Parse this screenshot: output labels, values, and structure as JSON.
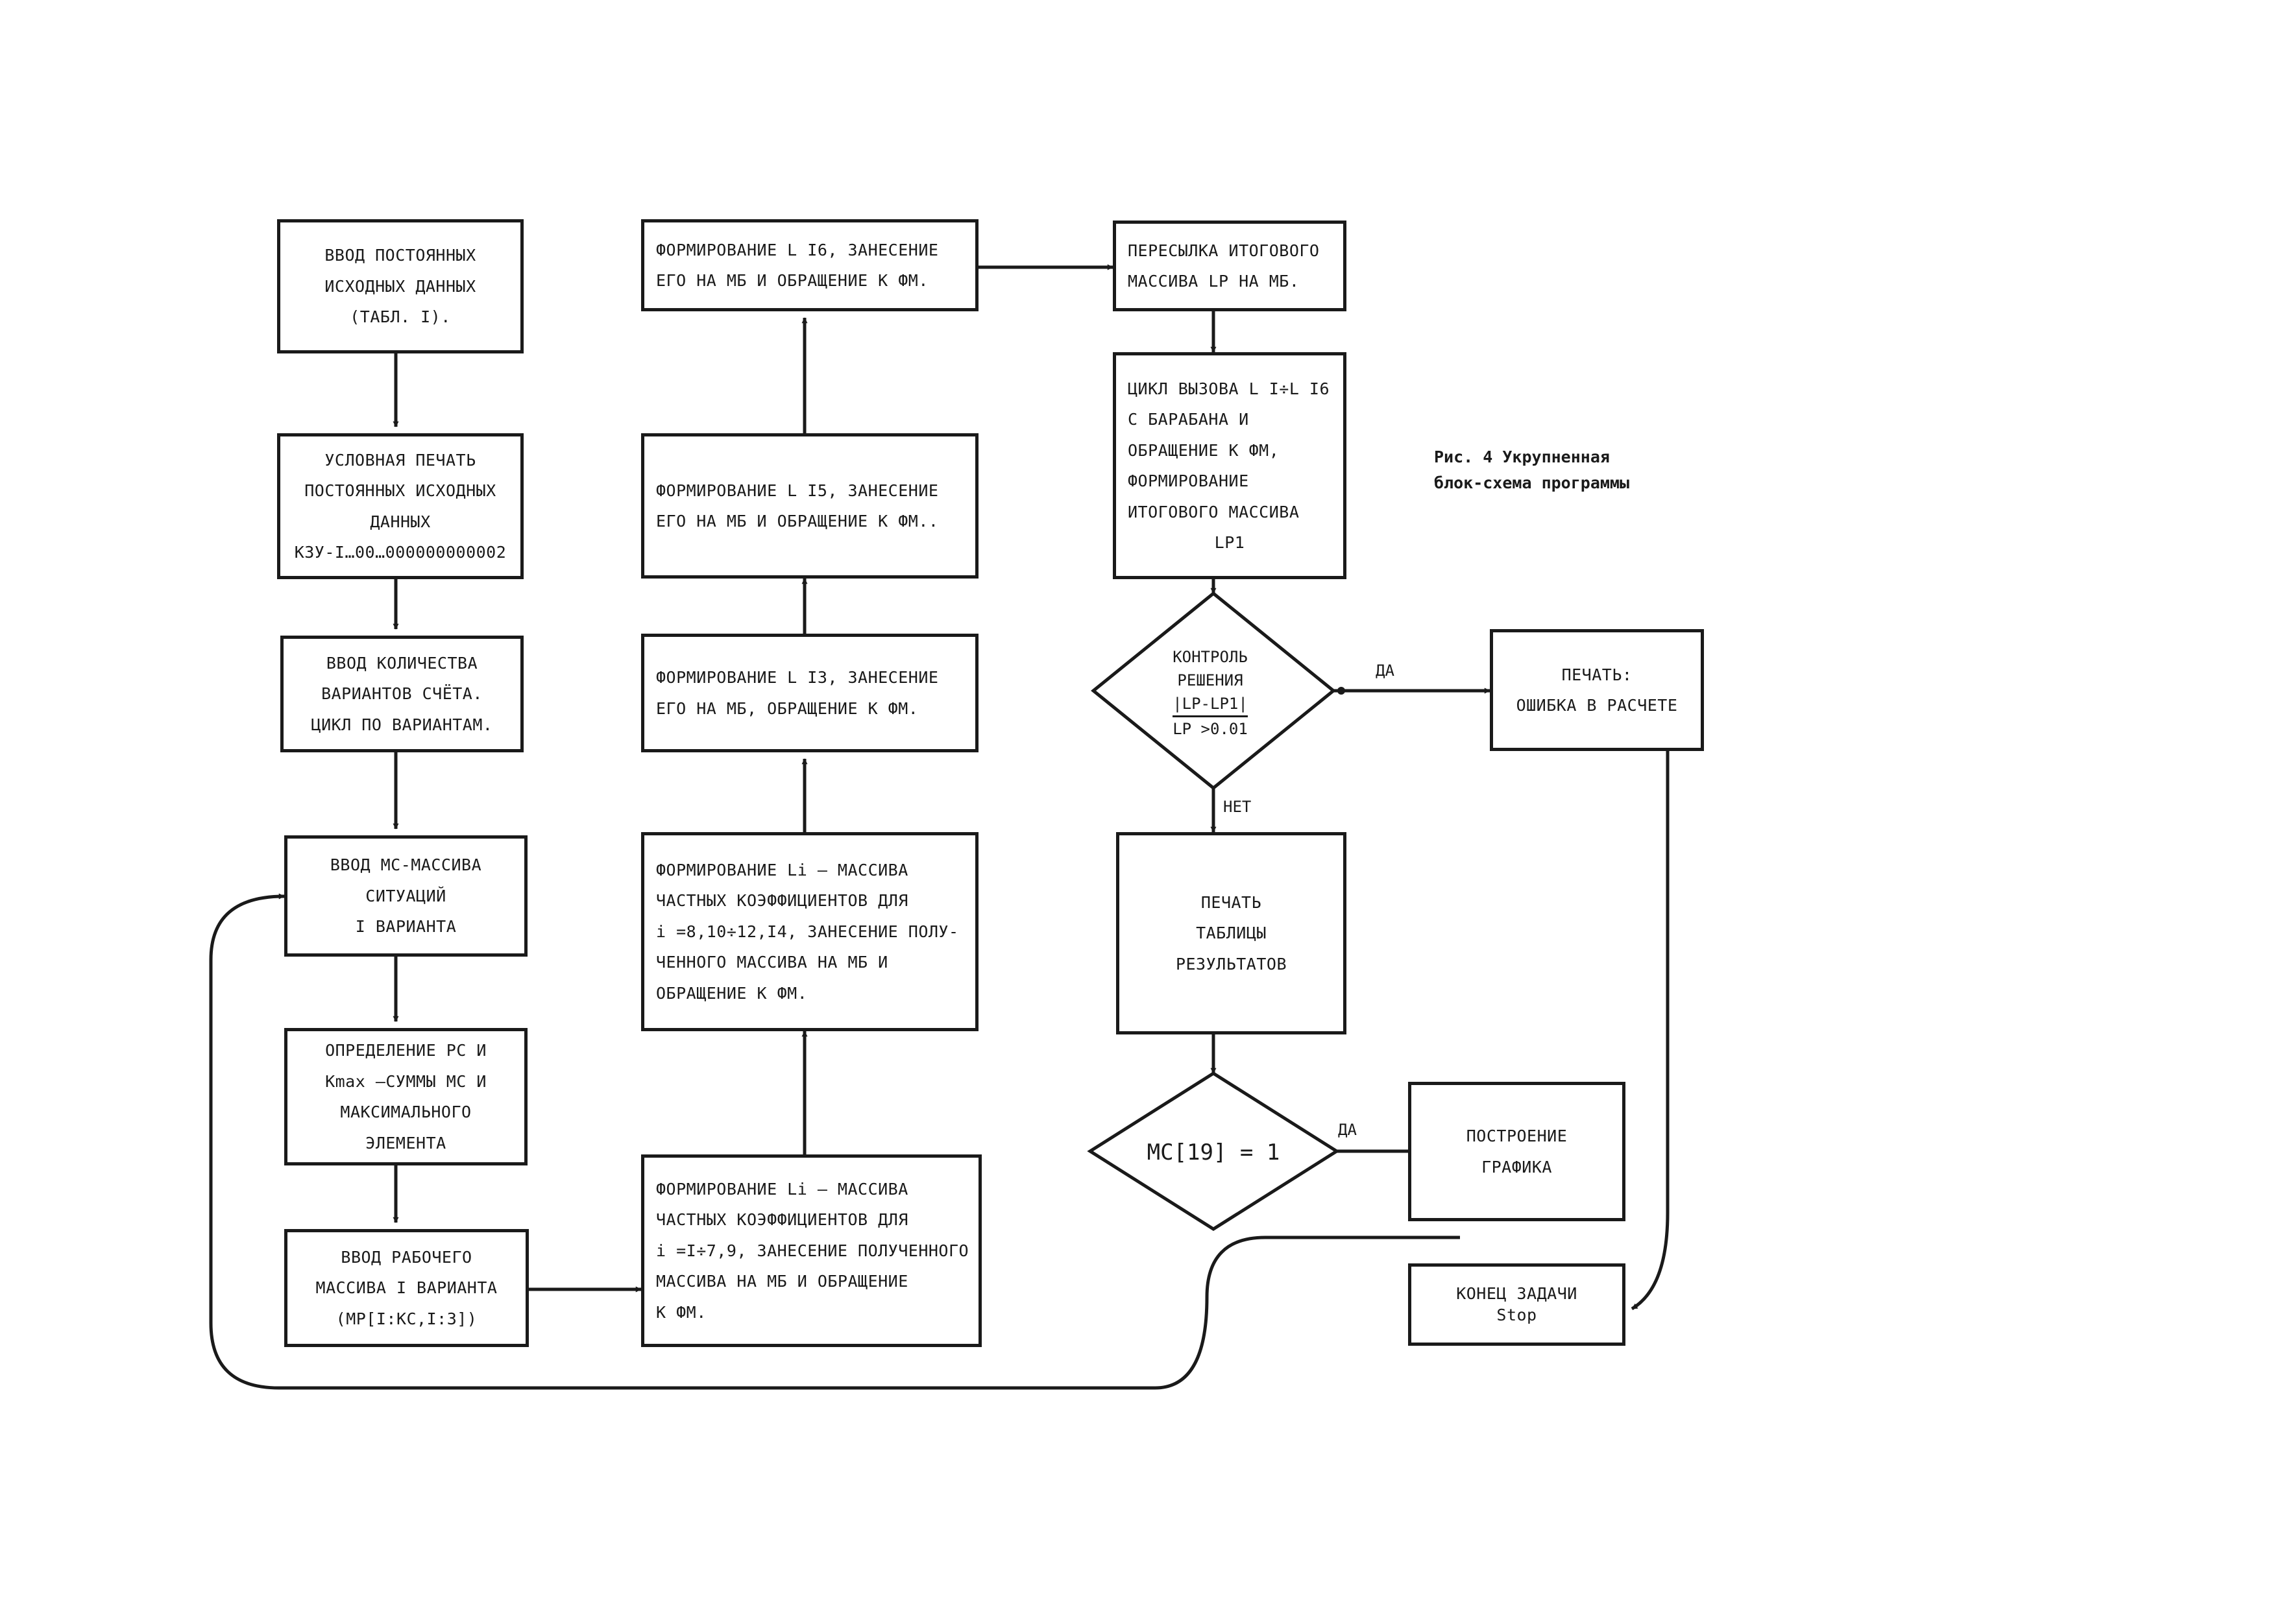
{
  "blocks": {
    "input_constants": [
      "ВВОД ПОСТОЯННЫХ",
      "ИСХОДНЫХ ДАННЫХ",
      "(ТАБЛ. I)."
    ],
    "print_constants": [
      "УСЛОВНАЯ ПЕЧАТЬ",
      "ПОСТОЯННЫХ ИСХОДНЫХ",
      "ДАННЫХ",
      "КЗУ-I…00…000000000002"
    ],
    "input_variants": [
      "ВВОД КОЛИЧЕСТВА",
      "ВАРИАНТОВ СЧЁТА.",
      "ЦИКЛ ПО ВАРИАНТАМ."
    ],
    "input_situations": [
      "ВВОД МС-МАССИВА",
      "СИТУАЦИЙ",
      "I ВАРИАНТА"
    ],
    "determine_kmax": [
      "ОПРЕДЕЛЕНИЕ РС И",
      "Kmax –СУММЫ МС И",
      "МАКСИМАЛЬНОГО",
      "ЭЛЕМЕНТА"
    ],
    "input_working": [
      "ВВОД РАБОЧЕГО",
      "МАССИВА I ВАРИАНТА",
      "(МР[I:КС,I:3])"
    ],
    "form_li_1": [
      "ФОРМИРОВАНИЕ Li – МАССИВА",
      "ЧАСТНЫХ КОЭФФИЦИЕНТОВ ДЛЯ",
      "i =I÷7,9, ЗАНЕСЕНИЕ ПОЛУЧЕННОГО",
      "МАССИВА НА МБ И ОБРАЩЕНИЕ",
      "К ФМ."
    ],
    "form_li_2": [
      "ФОРМИРОВАНИЕ Li – МАССИВА",
      "ЧАСТНЫХ КОЭФФИЦИЕНТОВ ДЛЯ",
      "i =8,10÷12,I4, ЗАНЕСЕНИЕ ПОЛУ-",
      "ЧЕННОГО МАССИВА НА МБ И",
      "ОБРАЩЕНИЕ К ФМ."
    ],
    "form_l13": [
      "ФОРМИРОВАНИЕ L I3, ЗАНЕСЕНИЕ",
      "ЕГО НА МБ, ОБРАЩЕНИЕ К ФМ."
    ],
    "form_l15": [
      "ФОРМИРОВАНИЕ L I5, ЗАНЕСЕНИЕ",
      "ЕГО НА МБ И ОБРАЩЕНИЕ К ФМ.."
    ],
    "form_l16": [
      "ФОРМИРОВАНИЕ L I6, ЗАНЕСЕНИЕ",
      "ЕГО НА МБ И ОБРАЩЕНИЕ К ФМ."
    ],
    "send_total": [
      "ПЕРЕСЫЛКА ИТОГОВОГО",
      "МАССИВА LP НА МБ."
    ],
    "cycle_call": [
      "ЦИКЛ ВЫЗОВА L I÷L I6",
      "С БАРАБАНА И",
      "ОБРАЩЕНИЕ К ФМ,",
      "ФОРМИРОВАНИЕ",
      "ИТОГОВОГО МАССИВА",
      "LP1"
    ],
    "decision_control": [
      "КОНТРОЛЬ",
      "РЕШЕНИЯ",
      "|LP-LP1|",
      "LP      >0.01"
    ],
    "print_error": [
      "ПЕЧАТЬ:",
      "ОШИБКА В РАСЧЕТЕ"
    ],
    "print_results": [
      "ПЕЧАТЬ",
      "ТАБЛИЦЫ",
      "РЕЗУЛЬТАТОВ"
    ],
    "decision_ms": "MC[19] = 1",
    "build_graph": [
      "ПОСТРОЕНИЕ",
      "ГРАФИКА"
    ],
    "end_task": [
      "КОНЕЦ ЗАДАЧИ",
      "Stop"
    ]
  },
  "labels": {
    "yes_control": "ДА",
    "no_control": "НЕТ",
    "yes_ms": "ДА"
  },
  "caption": [
    "Рис. 4 Укрупненная",
    "блок-схема программы"
  ],
  "colors": {
    "ink": "#1a1a1a",
    "paper": "#ffffff"
  }
}
